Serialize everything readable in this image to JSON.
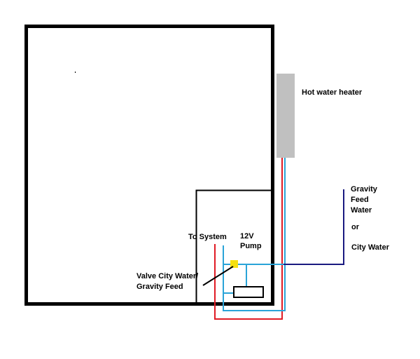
{
  "labels": {
    "heater": "Hot water heater",
    "gravity_feed_1": "Gravity",
    "gravity_feed_2": "Feed",
    "gravity_feed_3": "Water",
    "or": "or",
    "city_water": "City Water",
    "to_system": "To System",
    "pump_1": "12V",
    "pump_2": "Pump",
    "valve_1": "Valve City Water/",
    "valve_2": "Gravity Feed"
  },
  "colors": {
    "outline": "#000000",
    "heater": "#c0c0c0",
    "hot_line": "#e01b24",
    "cold_line": "#2aa4d8",
    "supply_line": "#1a1a80",
    "valve": "#f5e010"
  }
}
